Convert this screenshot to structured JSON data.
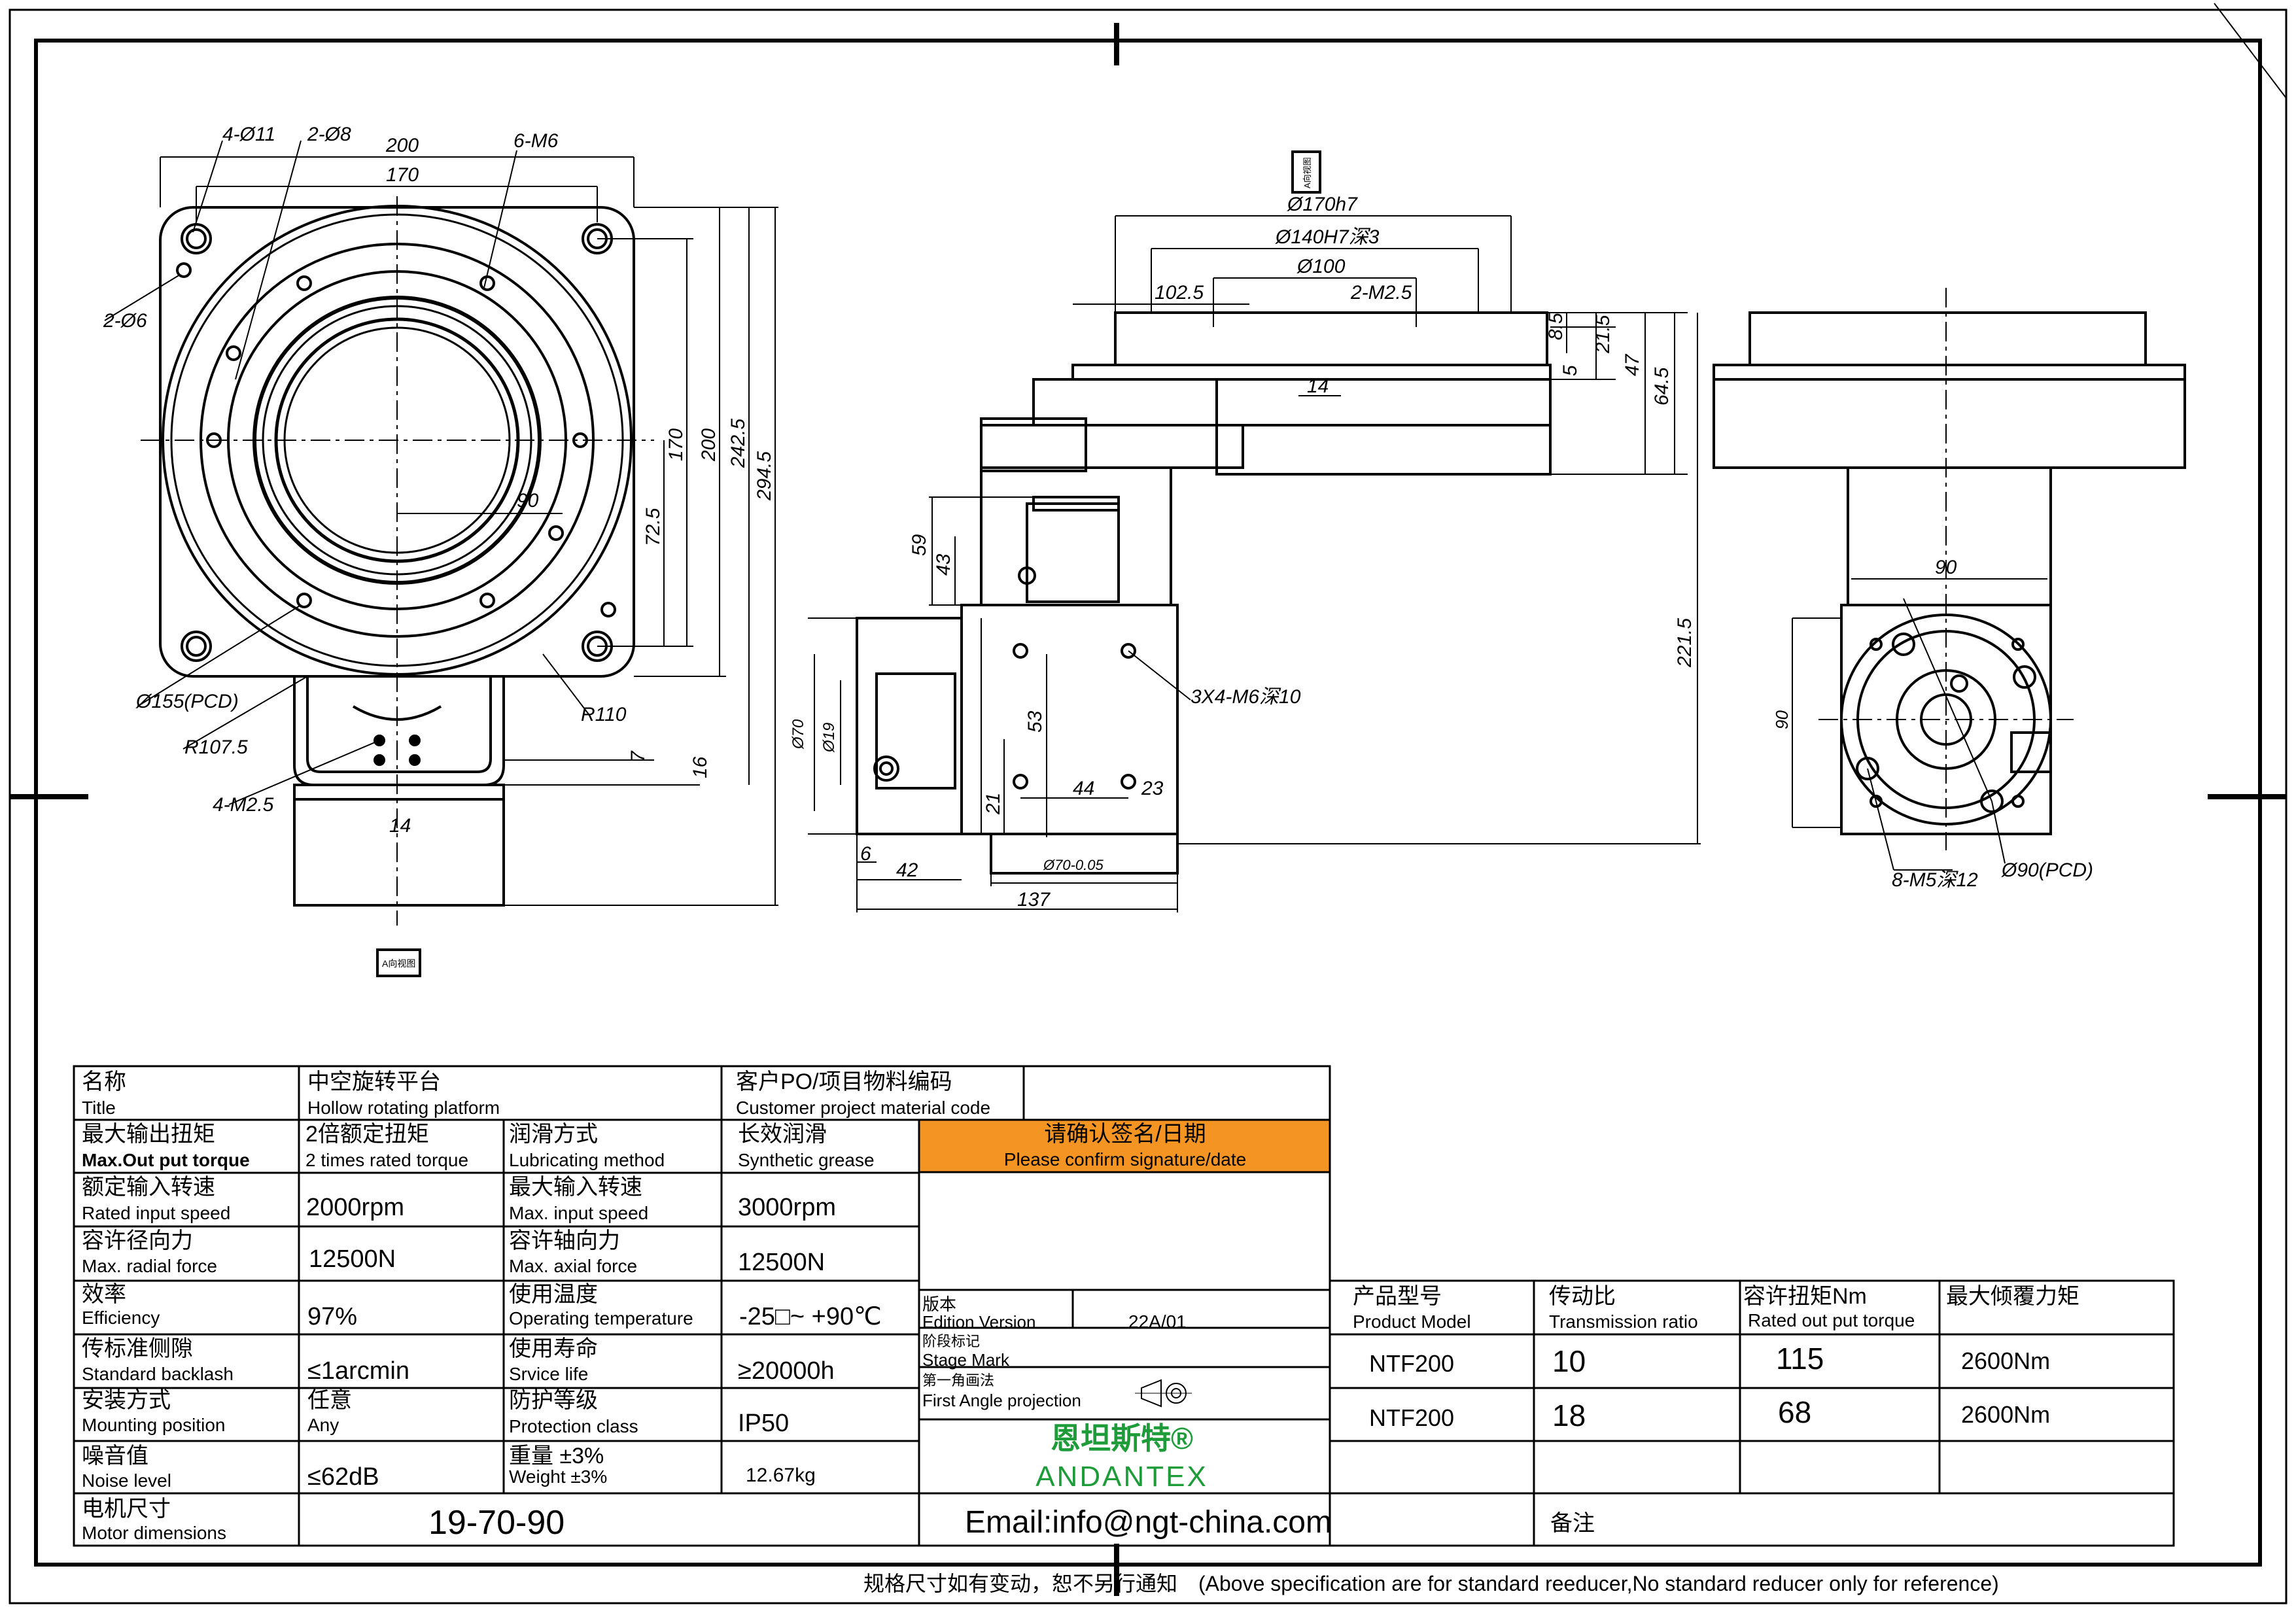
{
  "labels": {
    "d1": "200",
    "d2": "170",
    "d3": "4-Ø11",
    "d4": "2-Ø8",
    "d5": "6-M6",
    "d6": "2-Ø6",
    "d7": "170",
    "d8": "200",
    "d9": "242.5",
    "d10": "294.5",
    "d11": "72.5",
    "d12": "90",
    "d13": "Ø155(PCD)",
    "d14": "R107.5",
    "d15": "R110",
    "d16": "4-M2.5",
    "d17": "14",
    "d18": "7",
    "d19": "16",
    "s1": "Ø170h7",
    "s2": "Ø140H7深3",
    "s3": "Ø100",
    "s4": "102.5",
    "s5": "2-M2.5",
    "s6": "14",
    "s7": "8.5",
    "s8": "21.5",
    "s9": "5",
    "s10": "47",
    "s11": "64.5",
    "s12": "221.5",
    "s13": "59",
    "s14": "43",
    "s15": "3X4-M6深10",
    "s16": "53",
    "s17": "21",
    "s18": "44",
    "s19": "23",
    "s20": "6",
    "s21": "42",
    "s22": "137",
    "s23": "Ø70",
    "s24": "Ø19",
    "s25": "Ø70-0.05",
    "r1": "90",
    "r2": "90",
    "r3": "8-M5深12",
    "r4": "Ø90(PCD)",
    "tag": "A向视图"
  },
  "table": {
    "rows": [
      {
        "cn1": "名称",
        "en1": "Title",
        "cn2": "中空旋转平台",
        "en2": "Hollow rotating platform",
        "cn3": "客户PO/项目物料编码",
        "en3": "Customer project material code",
        "v3": ""
      },
      {
        "cn1": "最大输出扭矩",
        "en1": "Max.Out put torque",
        "cn2": "2倍额定扭矩",
        "en2": "2 times rated torque",
        "cn3": "润滑方式",
        "en3": "Lubricating method",
        "cn4": "长效润滑",
        "en4": "Synthetic grease"
      },
      {
        "cn1": "额定输入转速",
        "en1": "Rated input speed",
        "v2": "2000rpm",
        "cn3": "最大输入转速",
        "en3": "Max. input speed",
        "v4": "3000rpm"
      },
      {
        "cn1": "容许径向力",
        "en1": "Max. radial force",
        "v2": "12500N",
        "cn3": "容许轴向力",
        "en3": "Max. axial force",
        "v4": "12500N"
      },
      {
        "cn1": "效率",
        "en1": "Efficiency",
        "v2": "97%",
        "cn3": "使用温度",
        "en3": "Operating temperature",
        "v4": "-25□~ +90℃"
      },
      {
        "cn1": "传标准侧隙",
        "en1": "Standard backlash",
        "v2": "≤1arcmin",
        "cn3": "使用寿命",
        "en3": "Srvice life",
        "v4": "≥20000h"
      },
      {
        "cn1": "安装方式",
        "en1": "Mounting position",
        "cn2": "任意",
        "en2": "Any",
        "cn3": "防护等级",
        "en3": "Protection class",
        "v4": "IP50"
      },
      {
        "cn1": "噪音值",
        "en1": "Noise level",
        "v2": "≤62dB",
        "cn3": "重量 ±3%",
        "en3": "Weight ±3%",
        "v4": "12.67kg"
      },
      {
        "cn1": "电机尺寸",
        "en1": "Motor dimensions",
        "v2": "19-70-90"
      }
    ],
    "confirm_cn": "请确认签名/日期",
    "confirm_en": "Please confirm signature/date",
    "confirm_color": "#f39423",
    "edition_cn": "版本",
    "edition_en": "Edition Version",
    "edition_val": "22A/01",
    "stage_cn": "阶段标记",
    "stage_en": "Stage Mark",
    "proj_cn": "第一角画法",
    "proj_en": "First Angle projection",
    "brand_cn": "恩坦斯特®",
    "brand_en": "ANDANTEX",
    "brand_color": "#1e9c3a",
    "email": "Email:info@ngt-china.com",
    "remark_cn": "备注",
    "model_headers": [
      {
        "cn": "产品型号",
        "en": "Product Model"
      },
      {
        "cn": "传动比",
        "en": "Transmission ratio"
      },
      {
        "cn": "容许扭矩Nm",
        "en": "Rated out put torque"
      },
      {
        "cn": "最大倾覆力矩",
        "en": ""
      }
    ],
    "models": [
      {
        "model": "NTF200",
        "ratio": "10",
        "torque": "115",
        "moment": "2600Nm"
      },
      {
        "model": "NTF200",
        "ratio": "18",
        "torque": "68",
        "moment": "2600Nm"
      }
    ]
  },
  "footer": "规格尺寸如有变动，恕不另行通知　(Above specification are for standard reeducer,No standard reducer only for reference)"
}
